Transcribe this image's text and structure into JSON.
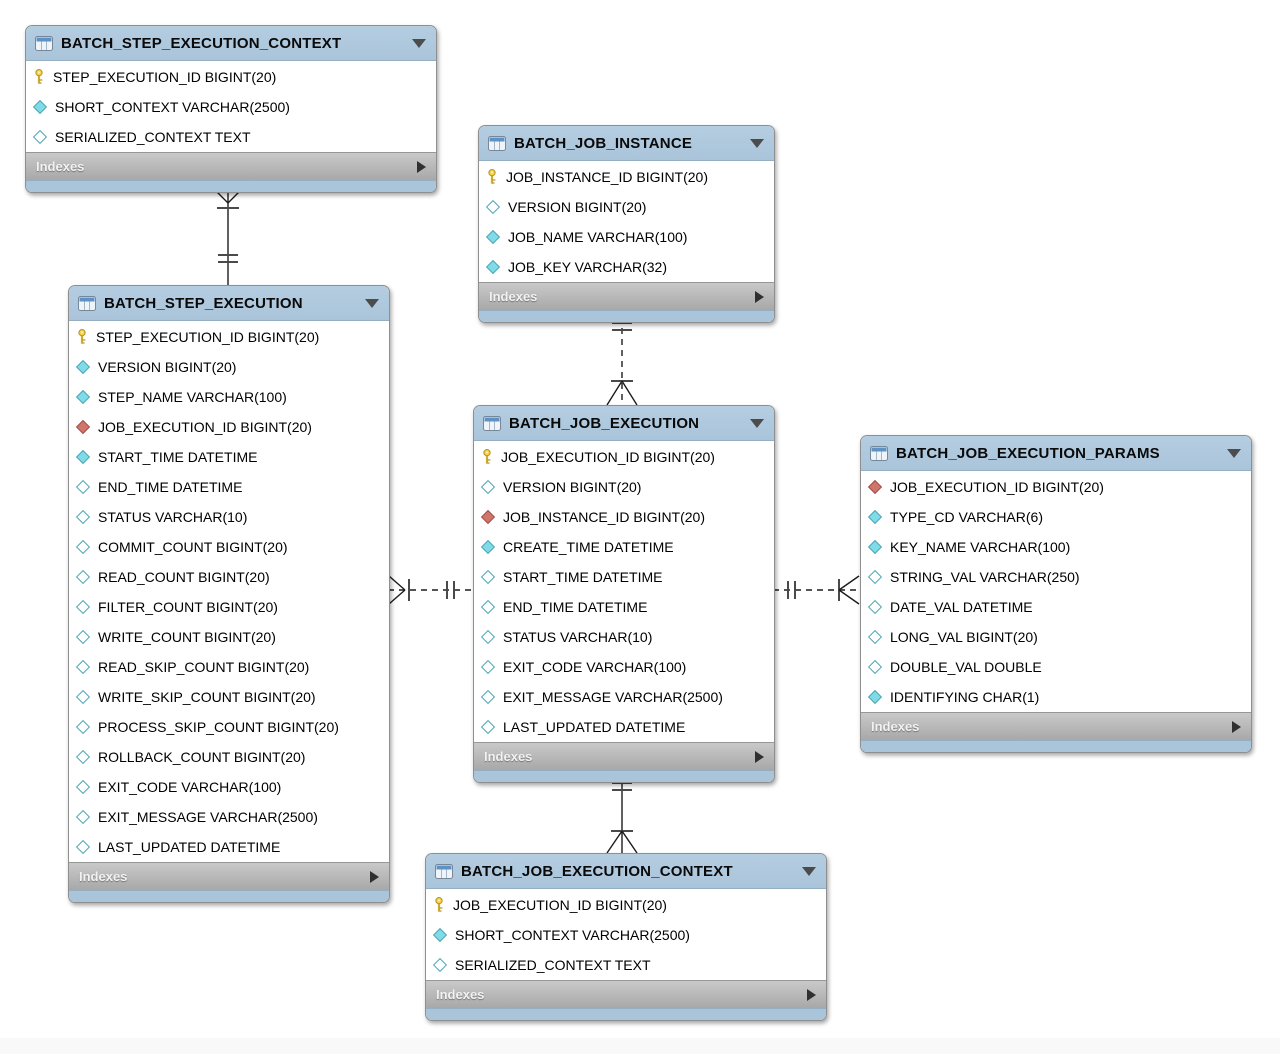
{
  "diagram": {
    "colors": {
      "header_blue": "#aac4da",
      "header_blue_top": "#b4cde1",
      "indexes_gray_top": "#c9c9c9",
      "indexes_gray_bottom": "#a8a8a8",
      "key_yellow": "#f6d544",
      "notnull_cyan": "#7fdbe7",
      "fk_red": "#d0756b"
    },
    "tables": [
      {
        "title": "BATCH_STEP_EXECUTION_CONTEXT",
        "footer_label": "Indexes",
        "columns": [
          {
            "icon": "primary-key-icon",
            "label": "STEP_EXECUTION_ID BIGINT(20)"
          },
          {
            "icon": "column-notnull-icon",
            "label": "SHORT_CONTEXT VARCHAR(2500)"
          },
          {
            "icon": "column-nullable-icon",
            "label": "SERIALIZED_CONTEXT TEXT"
          }
        ]
      },
      {
        "title": "BATCH_JOB_INSTANCE",
        "footer_label": "Indexes",
        "columns": [
          {
            "icon": "primary-key-icon",
            "label": "JOB_INSTANCE_ID BIGINT(20)"
          },
          {
            "icon": "column-nullable-icon",
            "label": "VERSION BIGINT(20)"
          },
          {
            "icon": "column-notnull-icon",
            "label": "JOB_NAME VARCHAR(100)"
          },
          {
            "icon": "column-notnull-icon",
            "label": "JOB_KEY VARCHAR(32)"
          }
        ]
      },
      {
        "title": "BATCH_STEP_EXECUTION",
        "footer_label": "Indexes",
        "columns": [
          {
            "icon": "primary-key-icon",
            "label": "STEP_EXECUTION_ID BIGINT(20)"
          },
          {
            "icon": "column-notnull-icon",
            "label": "VERSION BIGINT(20)"
          },
          {
            "icon": "column-notnull-icon",
            "label": "STEP_NAME VARCHAR(100)"
          },
          {
            "icon": "foreign-key-icon",
            "label": "JOB_EXECUTION_ID BIGINT(20)"
          },
          {
            "icon": "column-notnull-icon",
            "label": "START_TIME DATETIME"
          },
          {
            "icon": "column-nullable-icon",
            "label": "END_TIME DATETIME"
          },
          {
            "icon": "column-nullable-icon",
            "label": "STATUS VARCHAR(10)"
          },
          {
            "icon": "column-nullable-icon",
            "label": "COMMIT_COUNT BIGINT(20)"
          },
          {
            "icon": "column-nullable-icon",
            "label": "READ_COUNT BIGINT(20)"
          },
          {
            "icon": "column-nullable-icon",
            "label": "FILTER_COUNT BIGINT(20)"
          },
          {
            "icon": "column-nullable-icon",
            "label": "WRITE_COUNT BIGINT(20)"
          },
          {
            "icon": "column-nullable-icon",
            "label": "READ_SKIP_COUNT BIGINT(20)"
          },
          {
            "icon": "column-nullable-icon",
            "label": "WRITE_SKIP_COUNT BIGINT(20)"
          },
          {
            "icon": "column-nullable-icon",
            "label": "PROCESS_SKIP_COUNT BIGINT(20)"
          },
          {
            "icon": "column-nullable-icon",
            "label": "ROLLBACK_COUNT BIGINT(20)"
          },
          {
            "icon": "column-nullable-icon",
            "label": "EXIT_CODE VARCHAR(100)"
          },
          {
            "icon": "column-nullable-icon",
            "label": "EXIT_MESSAGE VARCHAR(2500)"
          },
          {
            "icon": "column-nullable-icon",
            "label": "LAST_UPDATED DATETIME"
          }
        ]
      },
      {
        "title": "BATCH_JOB_EXECUTION",
        "footer_label": "Indexes",
        "columns": [
          {
            "icon": "primary-key-icon",
            "label": "JOB_EXECUTION_ID BIGINT(20)"
          },
          {
            "icon": "column-nullable-icon",
            "label": "VERSION BIGINT(20)"
          },
          {
            "icon": "foreign-key-icon",
            "label": "JOB_INSTANCE_ID BIGINT(20)"
          },
          {
            "icon": "column-notnull-icon",
            "label": "CREATE_TIME DATETIME"
          },
          {
            "icon": "column-nullable-icon",
            "label": "START_TIME DATETIME"
          },
          {
            "icon": "column-nullable-icon",
            "label": "END_TIME DATETIME"
          },
          {
            "icon": "column-nullable-icon",
            "label": "STATUS VARCHAR(10)"
          },
          {
            "icon": "column-nullable-icon",
            "label": "EXIT_CODE VARCHAR(100)"
          },
          {
            "icon": "column-nullable-icon",
            "label": "EXIT_MESSAGE VARCHAR(2500)"
          },
          {
            "icon": "column-nullable-icon",
            "label": "LAST_UPDATED DATETIME"
          }
        ]
      },
      {
        "title": "BATCH_JOB_EXECUTION_PARAMS",
        "footer_label": "Indexes",
        "columns": [
          {
            "icon": "foreign-key-icon",
            "label": "JOB_EXECUTION_ID BIGINT(20)"
          },
          {
            "icon": "column-notnull-icon",
            "label": "TYPE_CD VARCHAR(6)"
          },
          {
            "icon": "column-notnull-icon",
            "label": "KEY_NAME VARCHAR(100)"
          },
          {
            "icon": "column-nullable-icon",
            "label": "STRING_VAL VARCHAR(250)"
          },
          {
            "icon": "column-nullable-icon",
            "label": "DATE_VAL DATETIME"
          },
          {
            "icon": "column-nullable-icon",
            "label": "LONG_VAL BIGINT(20)"
          },
          {
            "icon": "column-nullable-icon",
            "label": "DOUBLE_VAL DOUBLE"
          },
          {
            "icon": "column-notnull-icon",
            "label": "IDENTIFYING CHAR(1)"
          }
        ]
      },
      {
        "title": "BATCH_JOB_EXECUTION_CONTEXT",
        "footer_label": "Indexes",
        "columns": [
          {
            "icon": "primary-key-icon",
            "label": "JOB_EXECUTION_ID BIGINT(20)"
          },
          {
            "icon": "column-notnull-icon",
            "label": "SHORT_CONTEXT VARCHAR(2500)"
          },
          {
            "icon": "column-nullable-icon",
            "label": "SERIALIZED_CONTEXT TEXT"
          }
        ]
      }
    ],
    "relationships": [
      {
        "from": "BATCH_STEP_EXECUTION",
        "to": "BATCH_STEP_EXECUTION_CONTEXT",
        "line": "identifying-solid",
        "from_end": "exactly-one",
        "to_end": "many"
      },
      {
        "from": "BATCH_JOB_INSTANCE",
        "to": "BATCH_JOB_EXECUTION",
        "line": "non-identifying-dashed",
        "from_end": "exactly-one",
        "to_end": "many"
      },
      {
        "from": "BATCH_JOB_EXECUTION",
        "to": "BATCH_STEP_EXECUTION",
        "line": "non-identifying-dashed",
        "from_end": "exactly-one",
        "to_end": "many"
      },
      {
        "from": "BATCH_JOB_EXECUTION",
        "to": "BATCH_JOB_EXECUTION_PARAMS",
        "line": "non-identifying-dashed",
        "from_end": "exactly-one",
        "to_end": "many"
      },
      {
        "from": "BATCH_JOB_EXECUTION",
        "to": "BATCH_JOB_EXECUTION_CONTEXT",
        "line": "identifying-solid",
        "from_end": "exactly-one",
        "to_end": "many"
      }
    ]
  }
}
